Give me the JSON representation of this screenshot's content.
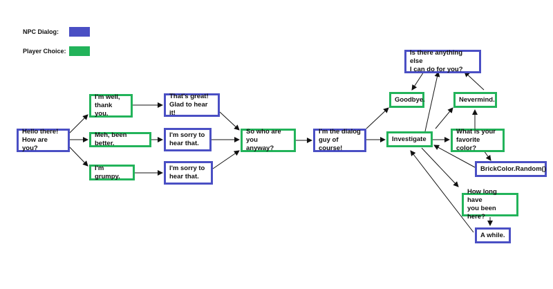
{
  "legend": {
    "npc_label": "NPC Dialog:",
    "player_label": "Player Choice:",
    "npc_color": "#4a4fc4",
    "player_color": "#22b35a"
  },
  "nodes": {
    "hello": "Hello there!\nHow are you?",
    "well": "I'm well,\nthank you.",
    "meh": "Meh, been better.",
    "grumpy": "I'm grumpy.",
    "great": "That's great!\nGlad to hear it!",
    "sorry1": "I'm sorry to\nhear that.",
    "sorry2": "I'm sorry to\nhear that.",
    "who": "So who are you\nanyway?",
    "guy": "I'm the dialog\nguy of course!",
    "investigate": "Investigate",
    "goodbye": "Goodbye.",
    "anything": "Is there anything else\nI can do for you?",
    "nevermind": "Nevermind.",
    "color": "What is your\nfavorite color?",
    "brick": "BrickColor.Random()",
    "howlong": "How long have\nyou been here?",
    "awhile": "A while."
  }
}
